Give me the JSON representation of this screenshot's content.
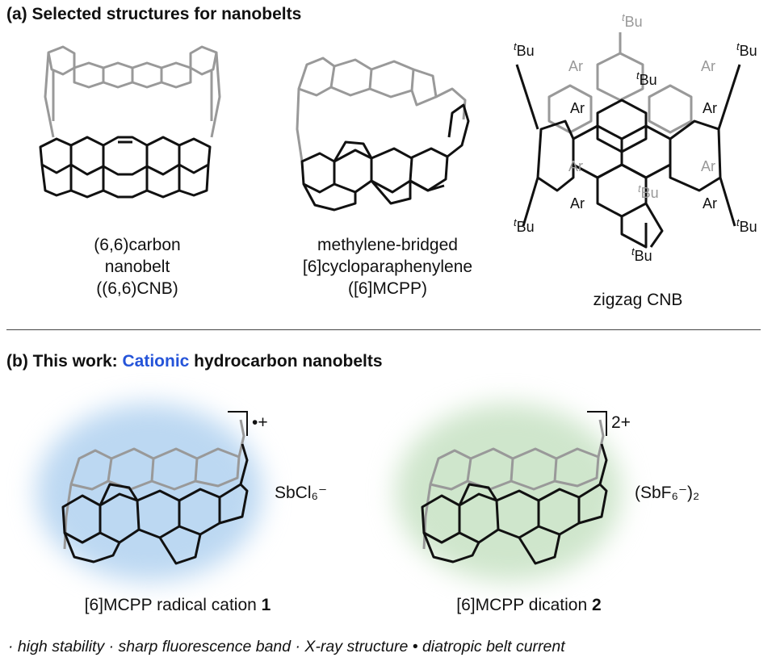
{
  "panel_a": {
    "title": "(a) Selected structures for nanobelts",
    "structures": [
      {
        "caption_lines": [
          "(6,6)carbon",
          "nanobelt",
          "((6,6)CNB)"
        ]
      },
      {
        "caption_lines": [
          "methylene-bridged",
          "[6]cycloparaphenylene",
          "([6]MCPP)"
        ]
      },
      {
        "caption_lines": [
          "zigzag CNB"
        ],
        "labels": {
          "tbu": "Bu",
          "tbu_prefix": "t",
          "ar": "Ar"
        }
      }
    ]
  },
  "panel_b": {
    "title_prefix": "(b) This work: ",
    "title_highlight": "Cationic",
    "title_suffix": " hydrocarbon nanobelts",
    "highlight_color": "#2554d9",
    "compounds": [
      {
        "charge": "•+",
        "counterion": "SbCl₆⁻",
        "caption": "[6]MCPP radical cation ",
        "number": "1",
        "glow_color": "#bcd8f2"
      },
      {
        "charge": "2+",
        "counterion": "(SbF₆⁻)₂",
        "caption": "[6]MCPP dication ",
        "number": "2",
        "glow_color": "#cfe6cc"
      }
    ],
    "features": "· high stability · sharp fluorescence band · X-ray structure • diatropic belt current"
  }
}
